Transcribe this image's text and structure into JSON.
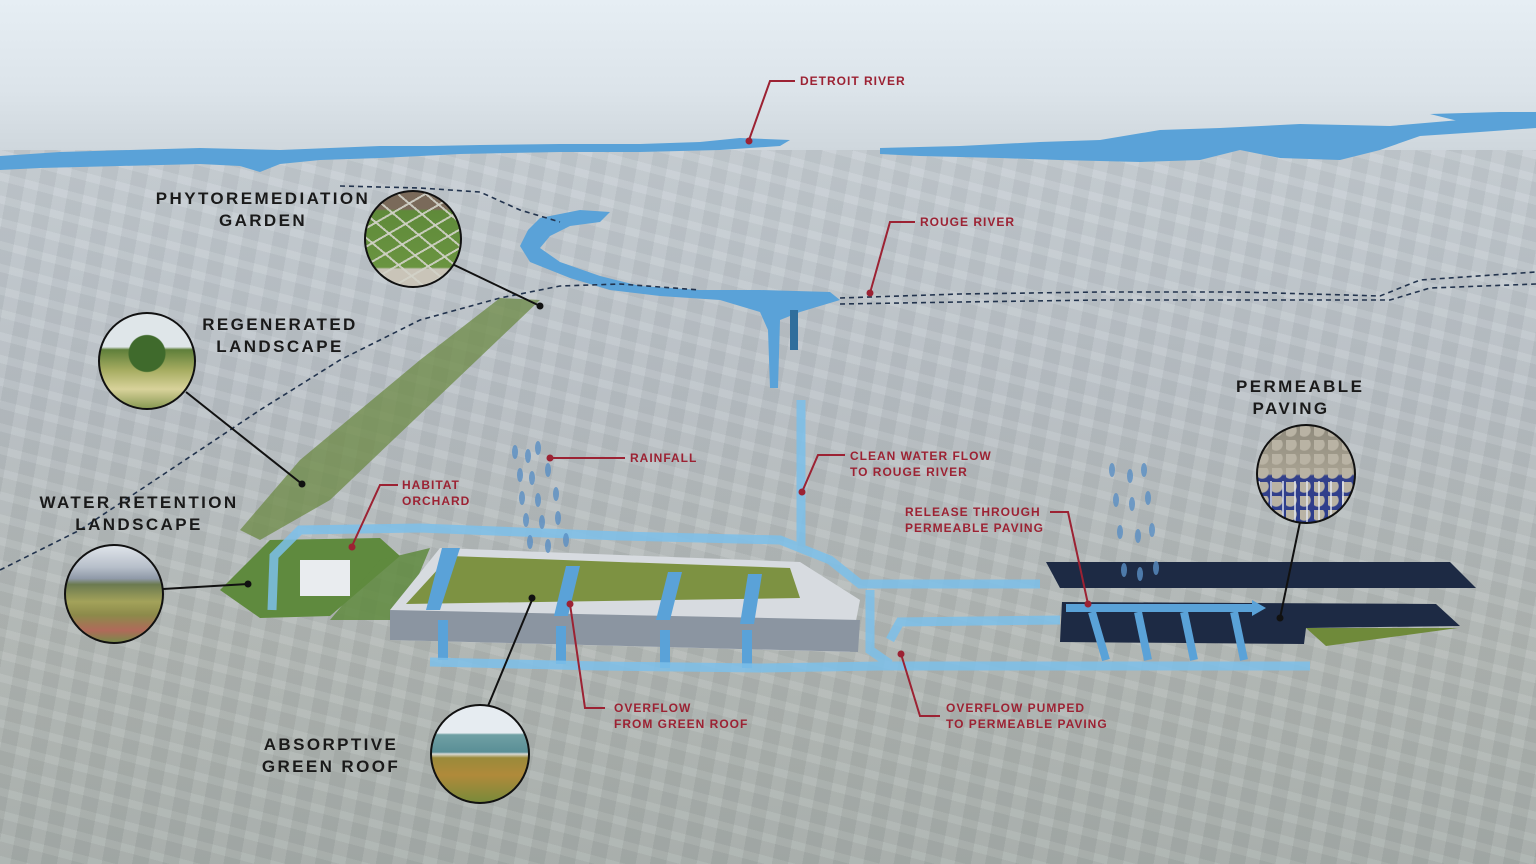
{
  "title": "Stormwater management diagram over aerial view of industrial site",
  "colors": {
    "water": "#5aa2d8",
    "flow_channel": "#7cc0ea",
    "callout_red": "#9c2233",
    "callout_black": "#1a1a1a",
    "paving": "#1d2a44",
    "green_roof": "#6f8a3a"
  },
  "water_bodies": [
    {
      "name": "detroit-river",
      "label": "DETROIT RIVER"
    },
    {
      "name": "rouge-river",
      "label": "ROUGE RIVER"
    }
  ],
  "red_callouts": [
    {
      "id": "detroit-river",
      "lines": [
        "DETROIT RIVER"
      ]
    },
    {
      "id": "rouge-river",
      "lines": [
        "ROUGE RIVER"
      ]
    },
    {
      "id": "rainfall",
      "lines": [
        "RAINFALL"
      ]
    },
    {
      "id": "habitat-orchard",
      "lines": [
        "HABITAT",
        "ORCHARD"
      ]
    },
    {
      "id": "clean-water-flow",
      "lines": [
        "CLEAN WATER FLOW",
        "TO ROUGE RIVER"
      ]
    },
    {
      "id": "release-through-paving",
      "lines": [
        "RELEASE THROUGH",
        "PERMEABLE PAVING"
      ]
    },
    {
      "id": "overflow-green-roof",
      "lines": [
        "OVERFLOW",
        "FROM GREEN ROOF"
      ]
    },
    {
      "id": "overflow-pumped",
      "lines": [
        "OVERFLOW PUMPED",
        "TO PERMEABLE PAVING"
      ]
    }
  ],
  "black_callouts": [
    {
      "id": "phytoremediation-garden",
      "lines": [
        "PHYTOREMEDIATION",
        "GARDEN"
      ],
      "photo": "grid of green planting beds"
    },
    {
      "id": "regenerated-landscape",
      "lines": [
        "REGENERATED",
        "LANDSCAPE"
      ],
      "photo": "shrubs and wildflowers"
    },
    {
      "id": "water-retention-landscape",
      "lines": [
        "WATER RETENTION",
        "LANDSCAPE"
      ],
      "photo": "planted field with factory behind"
    },
    {
      "id": "absorptive-green-roof",
      "lines": [
        "ABSORPTIVE",
        "GREEN ROOF"
      ],
      "photo": "vegetated roof with glass pavilion"
    },
    {
      "id": "permeable-paving",
      "lines": [
        "PERMEABLE",
        "PAVING"
      ],
      "photo": "gravel with water draining through"
    }
  ]
}
